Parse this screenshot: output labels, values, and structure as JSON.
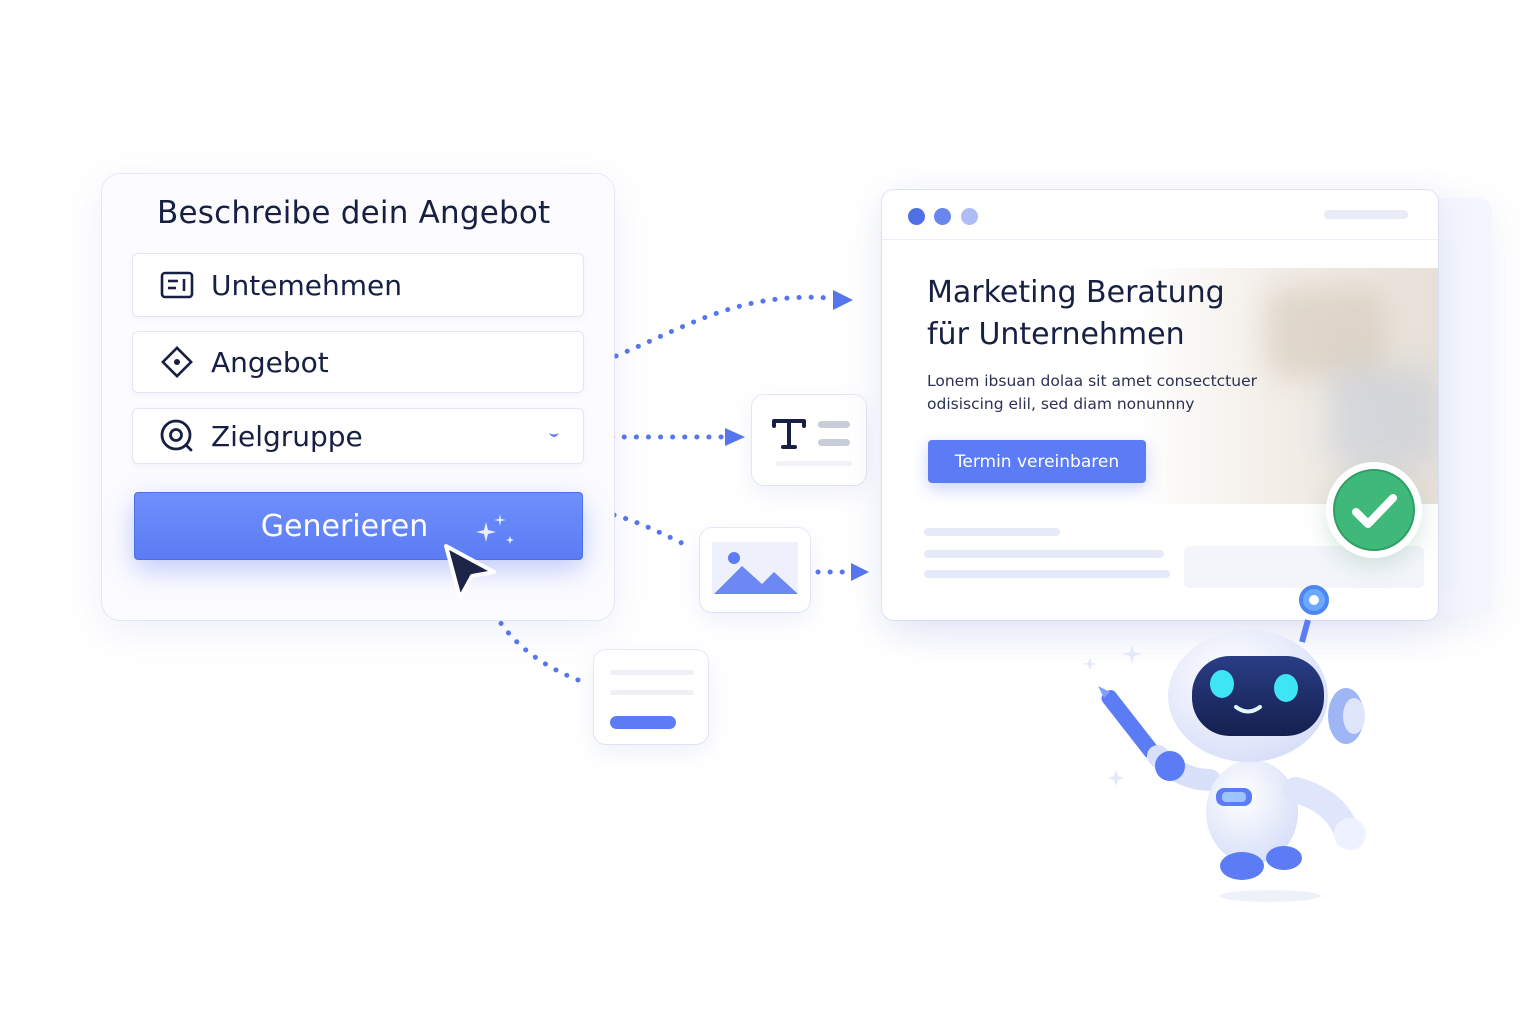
{
  "form": {
    "title": "Beschreibe dein Angebot",
    "fields": [
      {
        "label": "Untemehmen",
        "icon": "company-card-icon"
      },
      {
        "label": "Angebot",
        "icon": "diamond-tag-icon"
      },
      {
        "label": "Zielgruppe",
        "icon": "target-icon",
        "dropdown": true
      }
    ],
    "generate_label": "Generieren"
  },
  "preview": {
    "headline_line1": "Marketing Beratung",
    "headline_line2": "für Unternehmen",
    "body_line1": "Lonem ibsuan dolaa sit amet consectctuer",
    "body_line2": "odisiscing elil, sed diam nonunnny",
    "cta_label": "Termin vereinbaren",
    "window_dots": [
      "#4f6fe6",
      "#6a86f0",
      "#aebdf5"
    ]
  },
  "colors": {
    "accent": "#5b7cf4",
    "text_dark": "#172043",
    "success": "#3fb97a"
  }
}
